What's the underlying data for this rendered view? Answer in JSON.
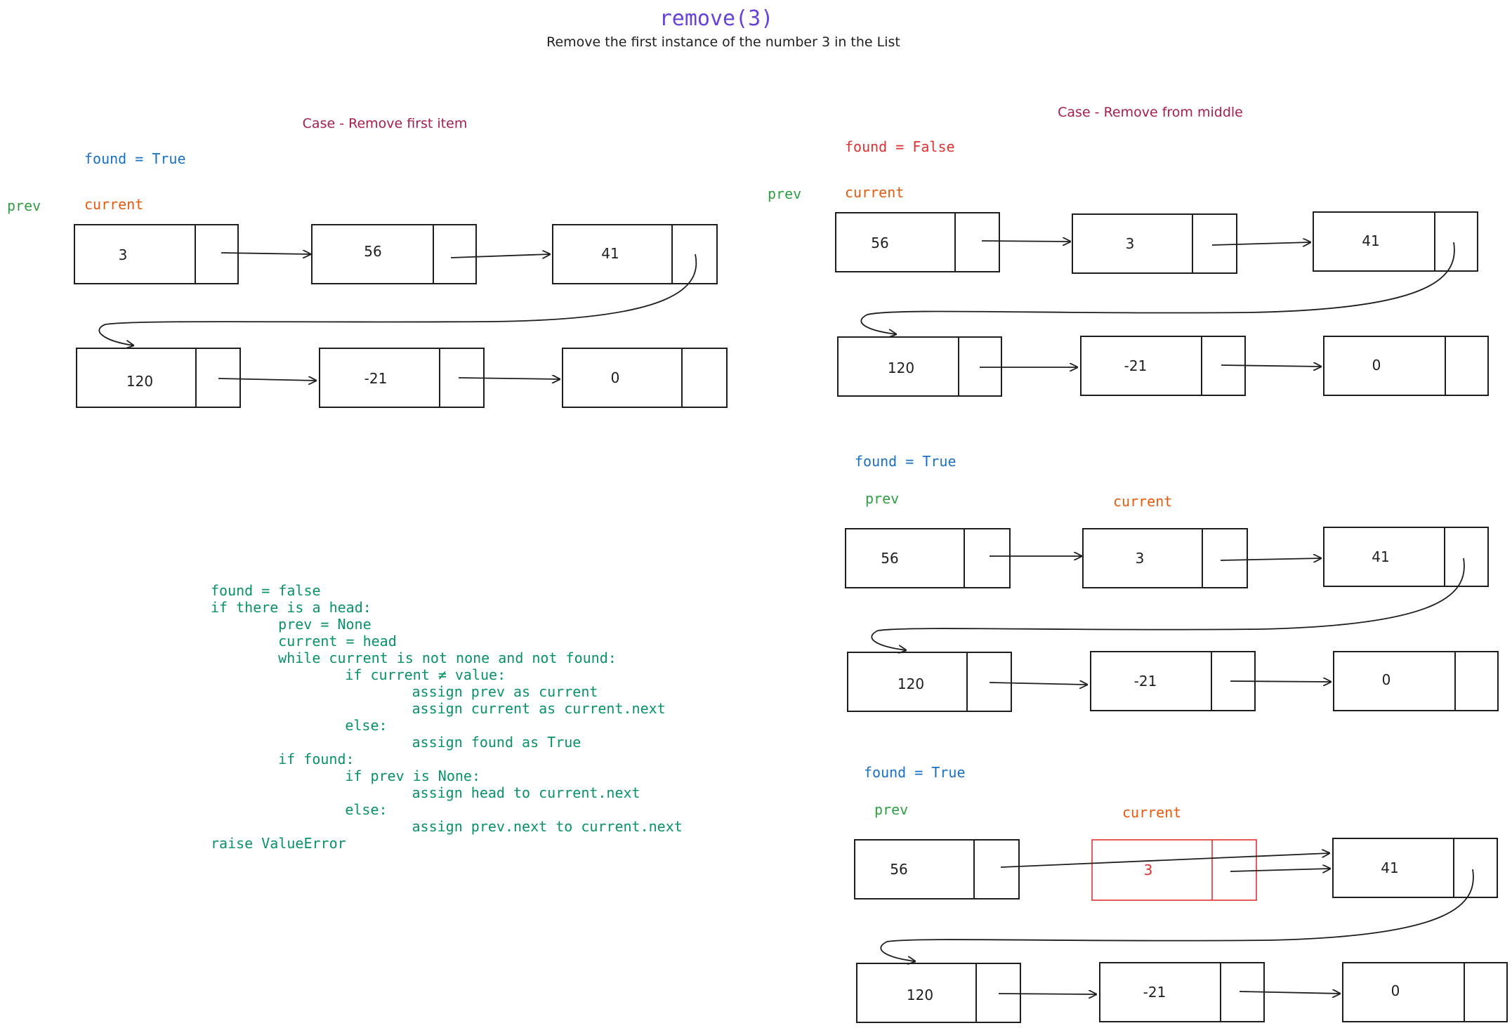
{
  "title": "remove(3)",
  "subtitle": "Remove the first instance of the number 3 in the List",
  "colors": {
    "title": "#6741d9",
    "case": "#a61e4d",
    "found_blue": "#1971c2",
    "found_red": "#e03131",
    "prev_green": "#2f9e44",
    "current_orange": "#e8590c",
    "code_green": "#099268",
    "removed_red": "#e03131",
    "ink": "#1e1e1e"
  },
  "left": {
    "case_label": "Case - Remove first item",
    "found": "found = True",
    "prev": "prev",
    "current": "current",
    "row1": [
      "3",
      "56",
      "41"
    ],
    "row2": [
      "120",
      "-21",
      "0"
    ]
  },
  "right": {
    "case_label": "Case - Remove from middle",
    "panels": [
      {
        "found": "found = False",
        "prev": "prev",
        "current": "current",
        "row1": [
          "56",
          "3",
          "41"
        ],
        "row2": [
          "120",
          "-21",
          "0"
        ]
      },
      {
        "found": "found = True",
        "prev": "prev",
        "current": "current",
        "row1": [
          "56",
          "3",
          "41"
        ],
        "row2": [
          "120",
          "-21",
          "0"
        ]
      },
      {
        "found": "found = True",
        "prev": "prev",
        "current": "current",
        "row1": [
          "56",
          "3",
          "41"
        ],
        "row2": [
          "120",
          "-21",
          "0"
        ],
        "removed_index": 1
      }
    ]
  },
  "code": [
    "found = false",
    "if there is a head:",
    "    prev = None",
    "    current = head",
    "    while current is not none and not found:",
    "        if current ≠ value:",
    "            assign prev as current",
    "            assign current as current.next",
    "        else:",
    "            assign found as True",
    "    if found:",
    "        if prev is None:",
    "            assign head to current.next",
    "        else:",
    "            assign prev.next to current.next",
    "raise ValueError"
  ]
}
